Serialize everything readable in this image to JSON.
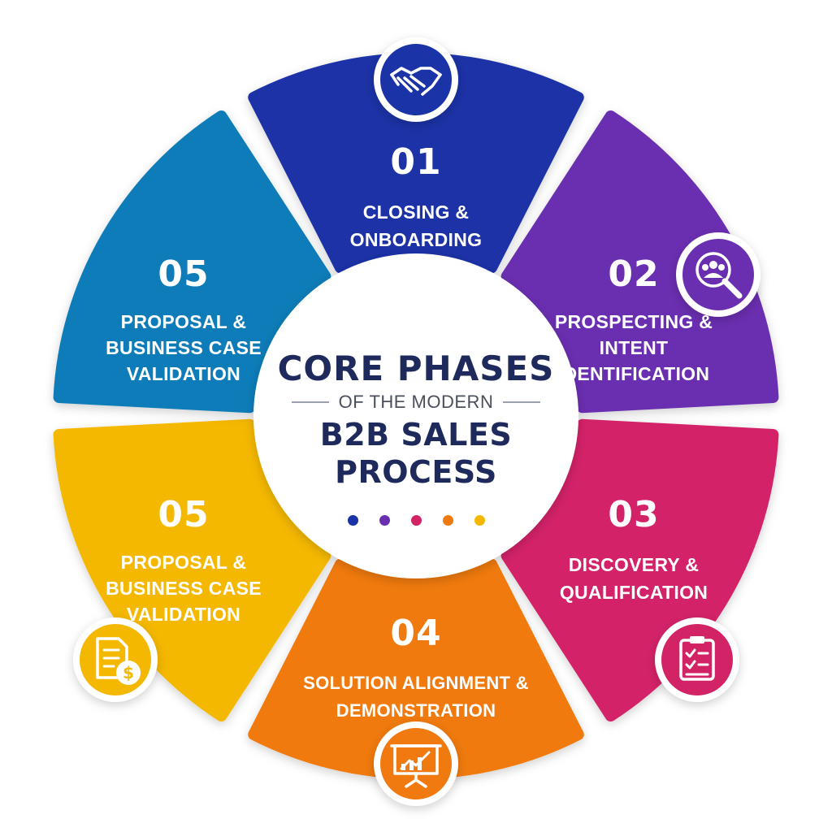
{
  "title": {
    "line1": "CORE PHASES",
    "line2": "OF THE MODERN",
    "line3": "B2B SALES PROCESS"
  },
  "dot_colors": [
    "#1a33a6",
    "#6a2fb0",
    "#d32367",
    "#f07a10",
    "#f5b800"
  ],
  "segments": [
    {
      "number": "01",
      "label": "CLOSING &\nONBOARDING",
      "color": "#1a33a6",
      "icon": "handshake-icon"
    },
    {
      "number": "02",
      "label": "PROSPECTING &\nINTENT\nIDENTIFICATION",
      "color": "#6a2fb0",
      "icon": "search-people-icon"
    },
    {
      "number": "03",
      "label": "DISCOVERY &\nQUALIFICATION",
      "color": "#d32367",
      "icon": "checklist-icon"
    },
    {
      "number": "04",
      "label": "SOLUTION ALIGNMENT &\nDEMONSTRATION",
      "color": "#f07a10",
      "icon": "presentation-chart-icon"
    },
    {
      "number": "05",
      "label": "PROPOSAL &\nBUSINESS CASE\nVALIDATION",
      "color": "#f5b800",
      "icon": "invoice-dollar-icon"
    },
    {
      "number": "05",
      "label": "PROPOSAL &\nBUSINESS CASE\nVALIDATION",
      "color": "#0f7bb8",
      "icon": ""
    }
  ]
}
